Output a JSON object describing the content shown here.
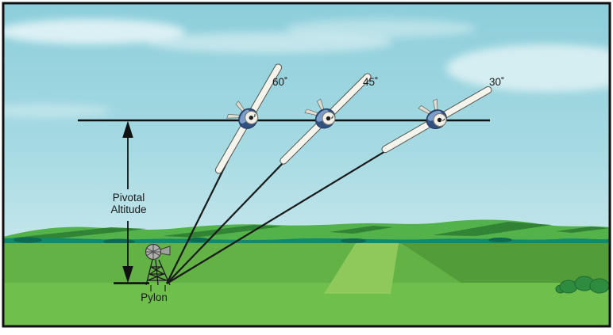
{
  "labels": {
    "pivotal_altitude_line1": "Pivotal",
    "pivotal_altitude_line2": "Altitude",
    "pylon": "Pylon"
  },
  "planes": [
    {
      "bank_label": "60˚",
      "bank_degrees": 60
    },
    {
      "bank_label": "45˚",
      "bank_degrees": 45
    },
    {
      "bank_label": "30˚",
      "bank_degrees": 30
    }
  ],
  "colors": {
    "sky_top": "#8CCEDA",
    "sky_horizon": "#D8EEF1",
    "cloud": "#E9F6F8",
    "hill_green": "#54B24A",
    "hill_shadow": "#2F7F33",
    "hedge_teal": "#0F8A6C",
    "field_green": "#63B246",
    "field_dark": "#539C3A",
    "field_patch": "#8FC95C",
    "foreground_green": "#6FBF4D",
    "bush_green": "#2E8C3E",
    "ink": "#1A1A1A",
    "plane_body": "#F4F3EC",
    "plane_cowling": "#30507F",
    "frame": "#111111"
  }
}
